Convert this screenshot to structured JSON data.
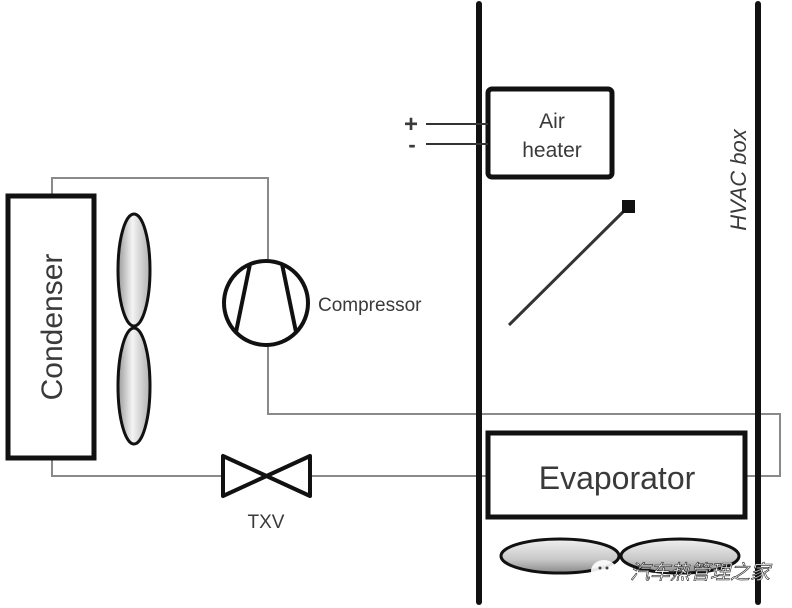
{
  "diagram": {
    "title": "Automotive HVAC refrigerant loop with air heater",
    "components": {
      "condenser": {
        "label": "Condenser"
      },
      "compressor": {
        "label": "Compressor"
      },
      "txv": {
        "label": "TXV"
      },
      "evaporator": {
        "label": "Evaporator"
      },
      "air_heater": {
        "label_line1": "Air",
        "label_line2": "heater"
      },
      "hvac_box": {
        "label": "HVAC box"
      },
      "terminals": {
        "positive": "+",
        "negative": "-"
      }
    },
    "icons": [
      "condenser-fan-icon",
      "compressor-icon",
      "expansion-valve-icon",
      "blend-door-icon",
      "evaporator-blower-icon",
      "watermark-logo-icon"
    ],
    "watermark": "汽车热管理之家",
    "colors": {
      "line": "#111111",
      "pipe": "#8a8a8a",
      "text": "#3a3a3a",
      "background": "#ffffff"
    }
  }
}
